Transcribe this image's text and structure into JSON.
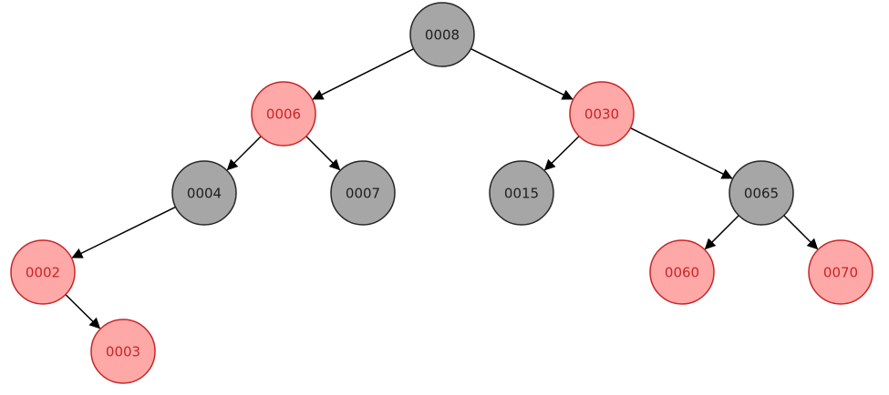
{
  "colors": {
    "black_fill": "#a6a6a6",
    "black_stroke": "#262626",
    "black_text": "#1e1e1e",
    "red_fill": "#ffa8a8",
    "red_stroke": "#c62626",
    "red_text": "#c62626",
    "edge": "#000000"
  },
  "tree": {
    "nodes": [
      {
        "id": "n8",
        "label": "0008",
        "color": "black"
      },
      {
        "id": "n6",
        "label": "0006",
        "color": "red"
      },
      {
        "id": "n30",
        "label": "0030",
        "color": "red"
      },
      {
        "id": "n4",
        "label": "0004",
        "color": "black"
      },
      {
        "id": "n7",
        "label": "0007",
        "color": "black"
      },
      {
        "id": "n15",
        "label": "0015",
        "color": "black"
      },
      {
        "id": "n65",
        "label": "0065",
        "color": "black"
      },
      {
        "id": "n2",
        "label": "0002",
        "color": "red"
      },
      {
        "id": "n60",
        "label": "0060",
        "color": "red"
      },
      {
        "id": "n70",
        "label": "0070",
        "color": "red"
      },
      {
        "id": "n3",
        "label": "0003",
        "color": "red"
      }
    ],
    "edges": [
      {
        "from": "n8",
        "to": "n6"
      },
      {
        "from": "n8",
        "to": "n30"
      },
      {
        "from": "n6",
        "to": "n4"
      },
      {
        "from": "n6",
        "to": "n7"
      },
      {
        "from": "n30",
        "to": "n15"
      },
      {
        "from": "n30",
        "to": "n65"
      },
      {
        "from": "n4",
        "to": "n2"
      },
      {
        "from": "n65",
        "to": "n60"
      },
      {
        "from": "n65",
        "to": "n70"
      },
      {
        "from": "n2",
        "to": "n3"
      }
    ]
  }
}
